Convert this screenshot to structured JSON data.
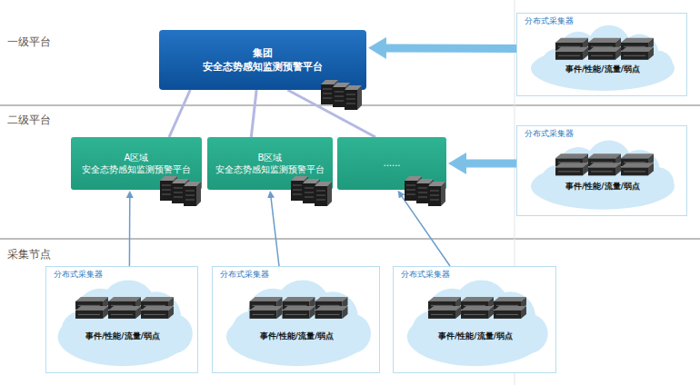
{
  "diagram": {
    "nodes": [
      {
        "text": [
          "集团",
          "安全态势感知监测预警平台"
        ]
      },
      {
        "text": [
          "分布式采集器"
        ]
      },
      {
        "text": [
          "事件/性能/流量/弱点"
        ],
        "in": 1
      },
      {
        "text": [
          "A区域",
          "安全态势感知监测预警平台"
        ]
      },
      {
        "text": [
          "B区域",
          "安全态势感知监测预警平台"
        ]
      },
      {
        "text": [
          "......"
        ]
      },
      {
        "text": [
          "分布式采集器"
        ]
      },
      {
        "text": [
          "事件/性能/流量/弱点"
        ],
        "in": 6
      },
      {
        "text": [
          "分布式采集器"
        ]
      },
      {
        "text": [
          "事件/性能/流量/弱点"
        ],
        "in": 8
      },
      {
        "text": [
          "分布式采集器"
        ]
      },
      {
        "text": [
          "事件/性能/流量/弱点"
        ],
        "in": 10
      },
      {
        "text": [
          "分布式采集器"
        ]
      },
      {
        "text": [
          "事件/性能/流量/弱点"
        ],
        "in": 12
      }
    ],
    "edges": [
      {
        "from": 3,
        "to": 0,
        "arrow": "none"
      },
      {
        "from": 4,
        "to": 0,
        "arrow": "none"
      },
      {
        "from": 5,
        "to": 0,
        "arrow": "none"
      },
      {
        "from": 1,
        "to": 0,
        "arrow": "to"
      },
      {
        "from": 6,
        "to": 5,
        "arrow": "to"
      },
      {
        "from": 8,
        "to": 3,
        "arrow": "to"
      },
      {
        "from": 10,
        "to": 4,
        "arrow": "to"
      },
      {
        "from": 12,
        "to": 5,
        "arrow": "to"
      }
    ],
    "labels": [
      "一级平台",
      "二级平台",
      "采集节点"
    ]
  }
}
